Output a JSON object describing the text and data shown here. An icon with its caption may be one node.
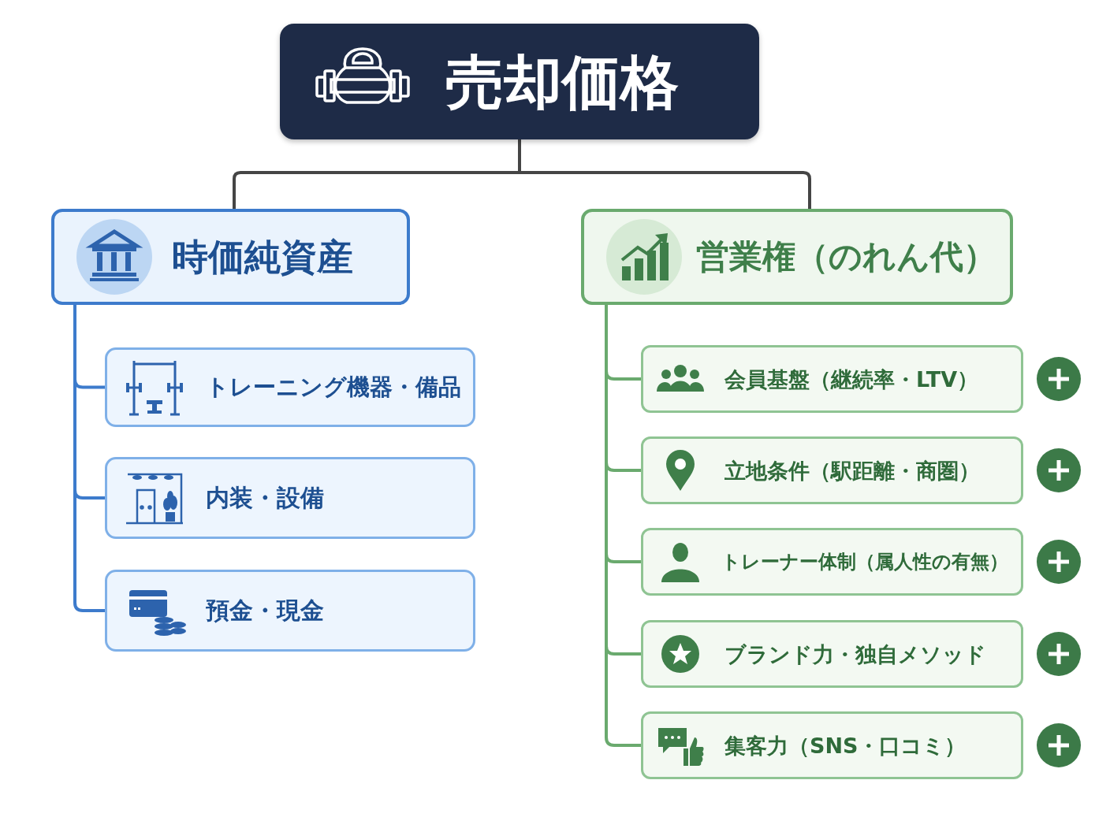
{
  "diagram": {
    "nodes": [
      {
        "text": [
          "売却価格"
        ]
      },
      {
        "text": [
          "時価純資産"
        ]
      },
      {
        "text": [
          "トレーニング機器・備品"
        ]
      },
      {
        "text": [
          "内装・設備"
        ]
      },
      {
        "text": [
          "預金・現金"
        ]
      },
      {
        "text": [
          "営業権（のれん代）"
        ]
      },
      {
        "text": [
          "会員基盤（継続率・LTV）"
        ]
      },
      {
        "text": [
          "立地条件（駅距離・商圏）"
        ]
      },
      {
        "text": [
          "トレーナー体制（属人性の有無）"
        ]
      },
      {
        "text": [
          "ブランド力・独自メソッド"
        ]
      },
      {
        "text": [
          "集客力（SNS・口コミ）"
        ]
      }
    ],
    "edges": [
      {
        "from": 0,
        "to": 1,
        "arrow": "none",
        "color": "#454545"
      },
      {
        "from": 0,
        "to": 5,
        "arrow": "none",
        "color": "#454545"
      },
      {
        "from": 1,
        "to": 2,
        "arrow": "none",
        "color": "#3d7bcc"
      },
      {
        "from": 1,
        "to": 3,
        "arrow": "none",
        "color": "#3d7bcc"
      },
      {
        "from": 1,
        "to": 4,
        "arrow": "none",
        "color": "#3d7bcc"
      },
      {
        "from": 5,
        "to": 6,
        "arrow": "none",
        "color": "#6aaa6e"
      },
      {
        "from": 5,
        "to": 7,
        "arrow": "none",
        "color": "#6aaa6e"
      },
      {
        "from": 5,
        "to": 8,
        "arrow": "none",
        "color": "#6aaa6e"
      },
      {
        "from": 5,
        "to": 9,
        "arrow": "none",
        "color": "#6aaa6e"
      },
      {
        "from": 5,
        "to": 10,
        "arrow": "none",
        "color": "#6aaa6e"
      }
    ]
  }
}
